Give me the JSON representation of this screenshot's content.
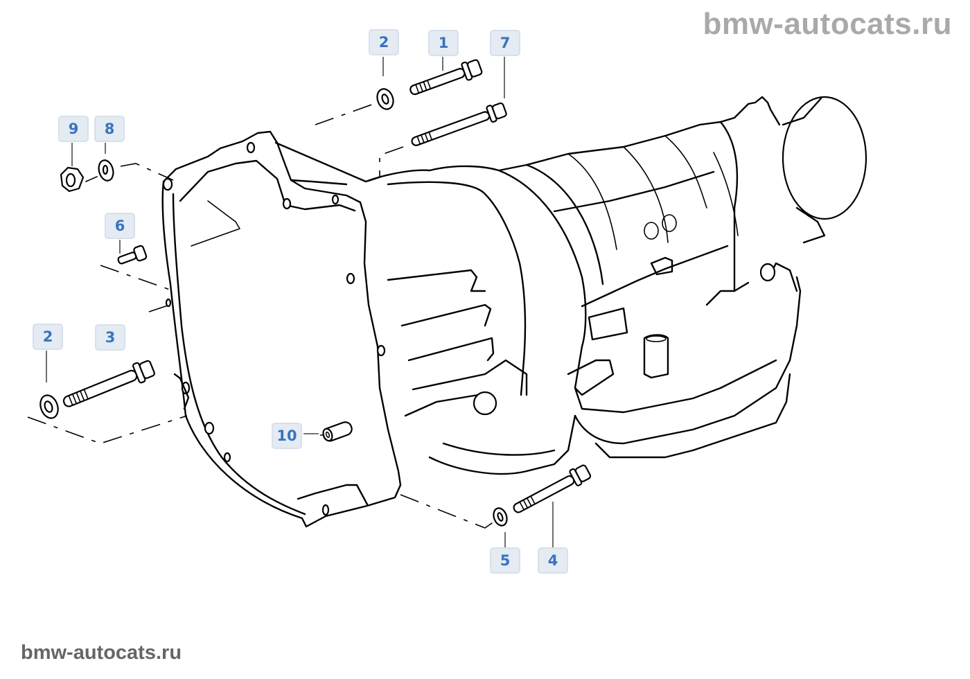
{
  "watermarks": {
    "top": "bmw-autocats.ru",
    "bottom": "bmw-autocats.ru"
  },
  "colors": {
    "callout_text": "#3874be",
    "callout_bg": "#e5ebf3",
    "callout_border": "#d7e0eb",
    "watermark_top": "#a9a9a9",
    "watermark_bottom": "#666666"
  },
  "diagram": {
    "subject": "transmission-housing-mounting",
    "callouts": [
      {
        "id": "c-2a",
        "label": "2",
        "part": "washer"
      },
      {
        "id": "c-1",
        "label": "1",
        "part": "hex-bolt"
      },
      {
        "id": "c-7",
        "label": "7",
        "part": "long-hex-bolt"
      },
      {
        "id": "c-9",
        "label": "9",
        "part": "hex-nut"
      },
      {
        "id": "c-8",
        "label": "8",
        "part": "washer"
      },
      {
        "id": "c-6",
        "label": "6",
        "part": "short-hex-bolt"
      },
      {
        "id": "c-2b",
        "label": "2",
        "part": "washer"
      },
      {
        "id": "c-3",
        "label": "3",
        "part": "hex-bolt"
      },
      {
        "id": "c-10",
        "label": "10",
        "part": "dowel-sleeve"
      },
      {
        "id": "c-5",
        "label": "5",
        "part": "washer"
      },
      {
        "id": "c-4",
        "label": "4",
        "part": "hex-bolt"
      }
    ]
  }
}
